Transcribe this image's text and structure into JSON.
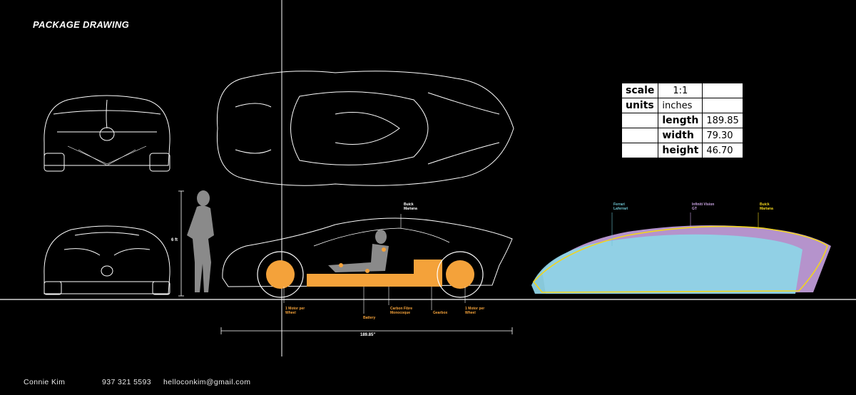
{
  "title": "PACKAGE DRAWING",
  "human_height_label": "6 ft",
  "length_dimension_label": "189.85\"",
  "spec_table": {
    "rows": [
      {
        "key": "scale",
        "value": "1:1"
      },
      {
        "key": "units",
        "value": "inches"
      },
      {
        "key": "length",
        "value": "189.85"
      },
      {
        "key": "width",
        "value": "79.30"
      },
      {
        "key": "height",
        "value": "46.70"
      }
    ]
  },
  "side_view_callouts": {
    "car": "Buick Mariana",
    "motor_front": "1 Motor per Wheel",
    "battery": "Battery",
    "monocoque": "Carbon Fibre Monocoque",
    "gearbox": "Gearbox",
    "motor_rear": "1 Motor per Wheel"
  },
  "comparison_labels": {
    "ferrari": "Ferrari Laferrari",
    "infiniti": "Infiniti Vision GT",
    "buick": "Buick Mariana"
  },
  "comparison_colors": {
    "ferrari": "#8fd3e6",
    "infiniti": "#c9a3e2",
    "buick": "#f1d51d",
    "package": "#f4a23a"
  },
  "footer": {
    "name": "Connie Kim",
    "phone": "937 321 5593",
    "email": "helloconkim@gmail.com"
  }
}
